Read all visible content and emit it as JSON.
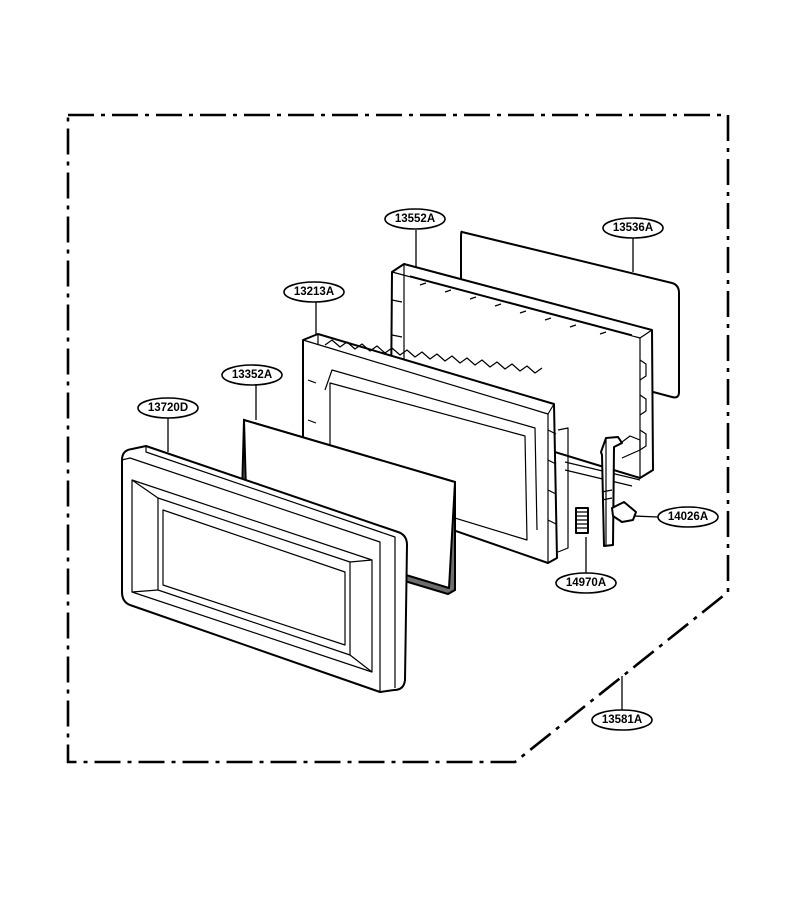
{
  "labels": {
    "frame_assembly": "13581A",
    "door_front_frame": "13720D",
    "glass_panel": "13352A",
    "door_main_frame": "13213A",
    "choke_cover_frame": "13552A",
    "choke_cover_sheet": "13536A",
    "latch_hook": "14026A",
    "latch_spring": "14970A"
  }
}
